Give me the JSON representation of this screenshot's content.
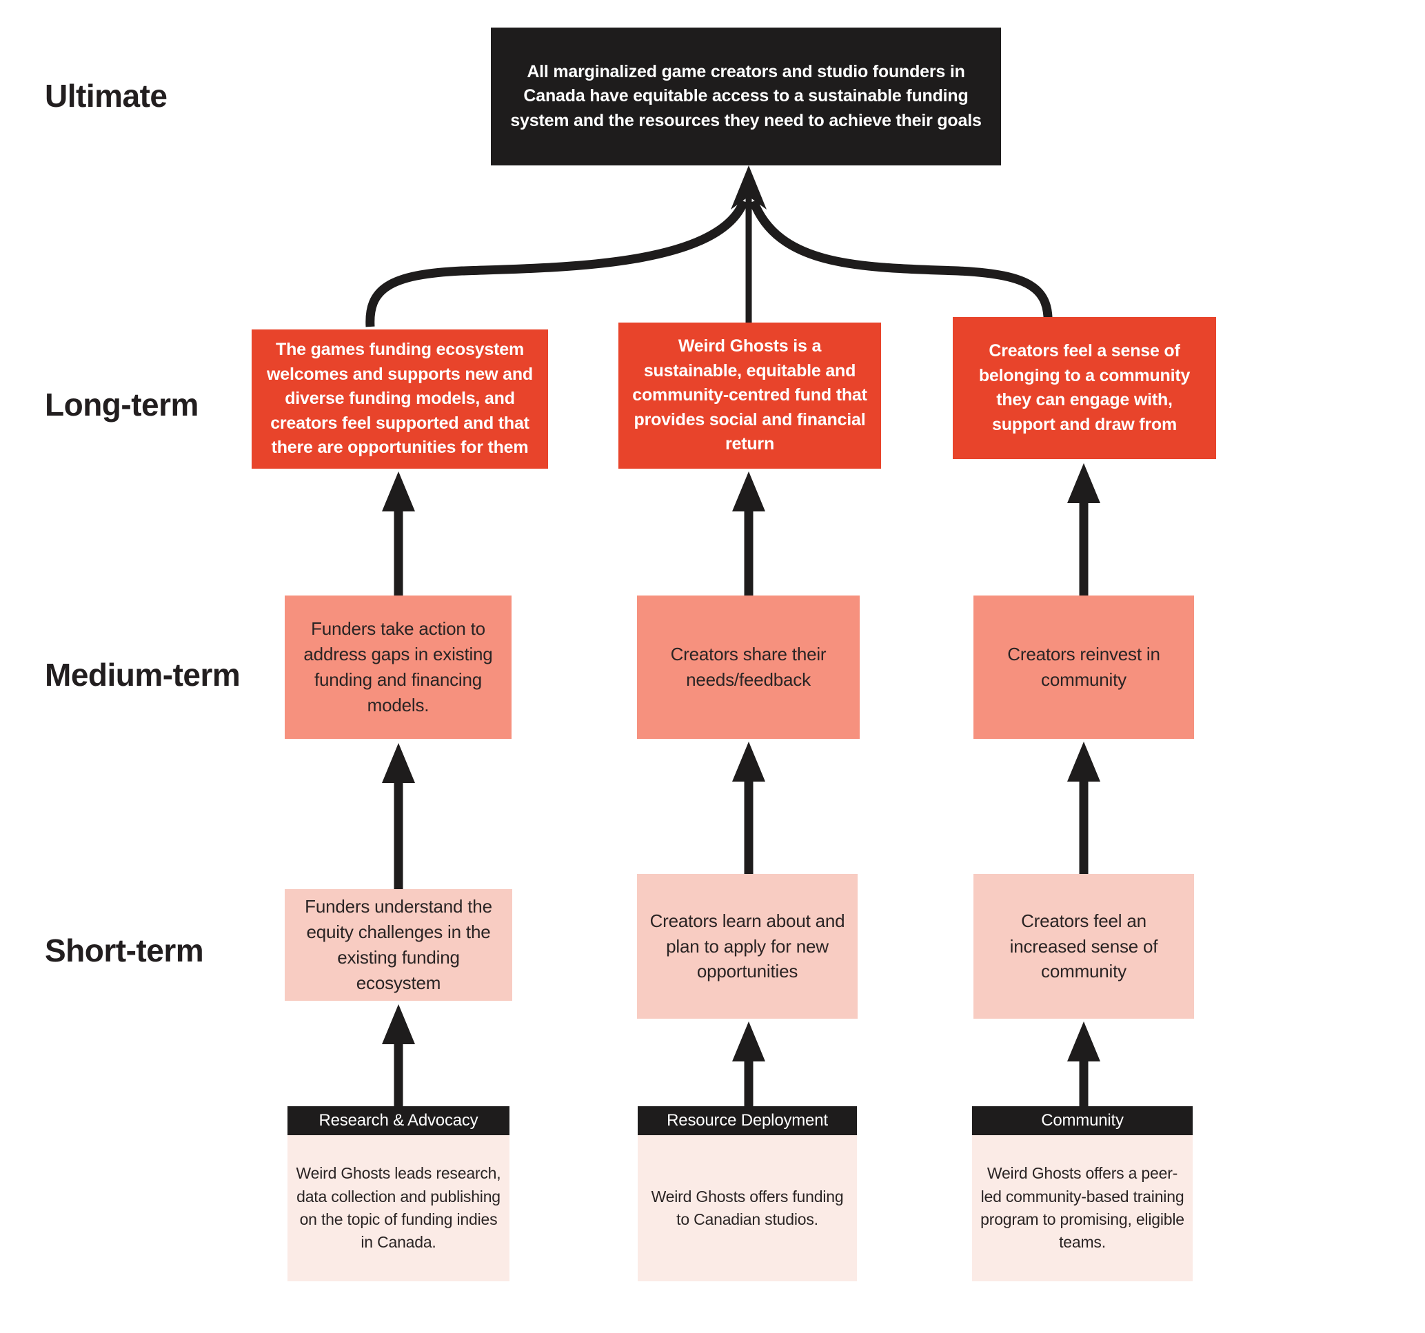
{
  "labels": {
    "ultimate": "Ultimate",
    "long_term": "Long-term",
    "medium_term": "Medium-term",
    "short_term": "Short-term"
  },
  "ultimate_outcome": "All marginalized game creators and studio founders in Canada have equitable access to a sustainable funding system and the resources they need to achieve their goals",
  "columns": [
    {
      "long_term": "The games funding ecosystem welcomes and supports new and diverse funding models, and creators feel supported and that there are opportunities for them",
      "medium_term": "Funders take action to address gaps in existing funding and financing models.",
      "short_term": "Funders understand the equity challenges in the existing funding ecosystem",
      "program": {
        "title": "Research & Advocacy",
        "description": "Weird Ghosts leads research, data collection and publishing on the topic of funding indies in Canada."
      }
    },
    {
      "long_term": "Weird Ghosts is a sustainable, equitable and community-centred fund that provides social and financial return",
      "medium_term": "Creators share their needs/feedback",
      "short_term": "Creators learn about and plan to apply for new opportunities",
      "program": {
        "title": "Resource Deployment",
        "description": "Weird Ghosts offers funding to Canadian studios."
      }
    },
    {
      "long_term": "Creators feel a sense of belonging to a community they can engage with, support and draw from",
      "medium_term": "Creators reinvest in community",
      "short_term": "Creators feel an increased sense of community",
      "program": {
        "title": "Community",
        "description": "Weird Ghosts offers a peer-led community-based training program to promising, eligible teams."
      }
    }
  ],
  "colors": {
    "ultimate_box": "#1e1c1c",
    "long_term_box": "#e8442b",
    "medium_term_box": "#f6917e",
    "short_term_box": "#f8ccc2",
    "program_header": "#1e1c1c",
    "program_body": "#fbebe6",
    "arrow": "#1e1c1c",
    "text_dark": "#2a2424",
    "text_light": "#ffffff"
  }
}
